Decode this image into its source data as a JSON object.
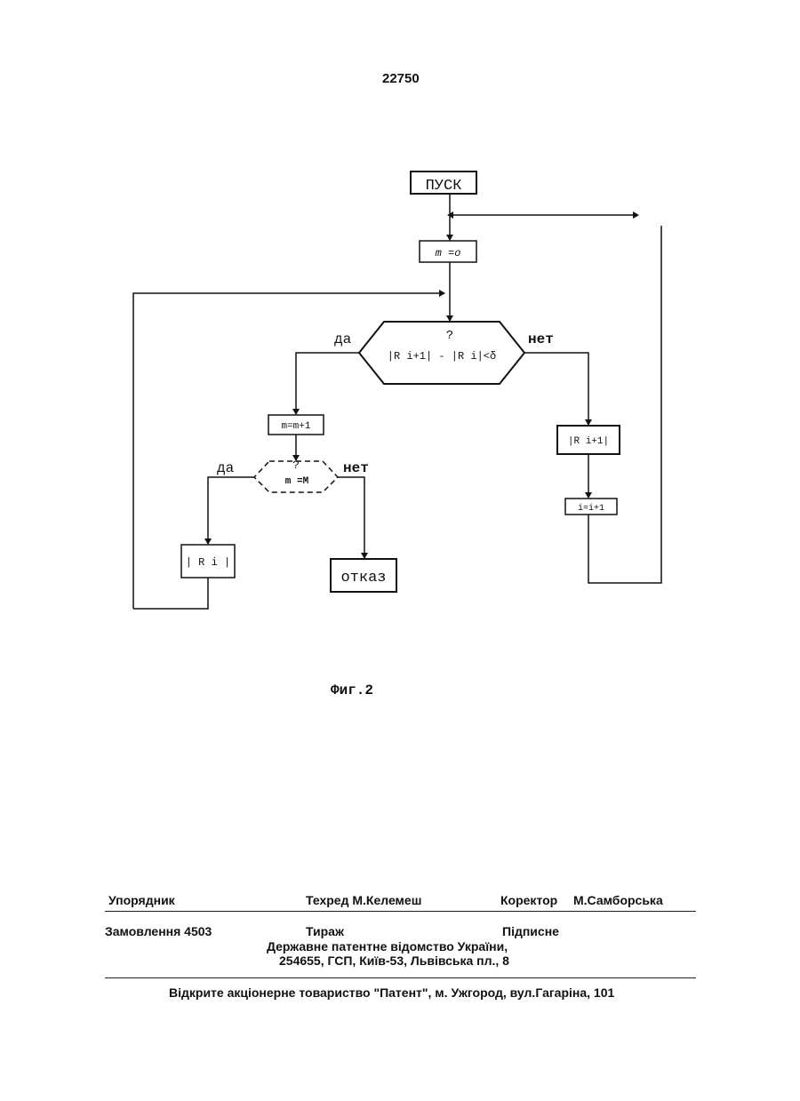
{
  "page_number": "22750",
  "flowchart": {
    "start": "ПУСК",
    "init": "m =o",
    "condition_main": "|R i+1| - |R i|<δ",
    "question_mark": "?",
    "yes_main": "да",
    "no_main": "нет",
    "increment_m": "m=m+1",
    "condition_m": "m =M",
    "yes_m": "да",
    "no_m": "нет",
    "output_ri": "| R i |",
    "reject": "отказ",
    "compute_next": "|R i+1|",
    "increment_i": "i=i+1"
  },
  "figure_caption": "Фиг.2",
  "imprint": {
    "compiler_label": "Упорядник",
    "techeditor": "Техред М.Келемеш",
    "corrector_label": "Коректор",
    "corrector_name": "М.Самборська",
    "order": "Замовлення 4503",
    "circulation": "Тираж",
    "subscription": "Підписне",
    "office_line1": "Державне патентне відомство України,",
    "office_line2": "254655, ГСП, Київ-53, Львівська пл., 8",
    "publisher": "Відкрите акціонерне товариство \"Патент\", м. Ужгород, вул.Гагаріна, 101"
  }
}
